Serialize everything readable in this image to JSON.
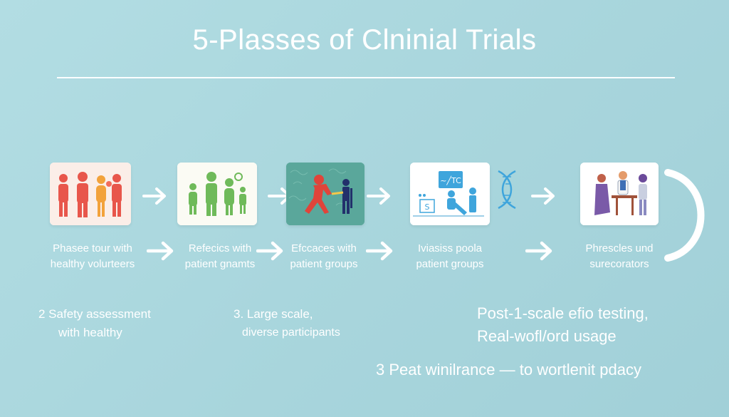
{
  "title": "5-Plasses of Clninial  Trials",
  "steps": [
    {
      "caption_line1": "Phasee tour with",
      "caption_line2": "healthy volurteers"
    },
    {
      "caption_line1": "Refecics with",
      "caption_line2": "patient gnamts"
    },
    {
      "caption_line1": "Efccaces with",
      "caption_line2": "patient groups"
    },
    {
      "caption_line1": "Iviasiss poola",
      "caption_line2": "patient groups"
    },
    {
      "caption_line1": "Phrescles und",
      "caption_line2": "surecorators"
    }
  ],
  "notes": {
    "left_line1": "2 Safety assessment",
    "left_line2": "with healthy",
    "mid_line1": "3. Large scale,",
    "mid_line2": "diverse participants",
    "right_line1": "Post-1-scale efio testing,",
    "right_line2": "Real-wofl/ord usage",
    "bottom": "3 Peat winilrance — to wortlenit pdacy"
  },
  "icon_labels": {
    "monitor_text": "~╱TC",
    "sign_text": "S"
  },
  "colors": {
    "background": "#aad6dd",
    "people_red": "#e8564b",
    "people_orange": "#f08a4b",
    "people_yellow": "#f2c84b",
    "people_green": "#6fba5a",
    "accent_blue": "#3fa5dc",
    "navy": "#22306b",
    "purple": "#7a5aa8"
  }
}
